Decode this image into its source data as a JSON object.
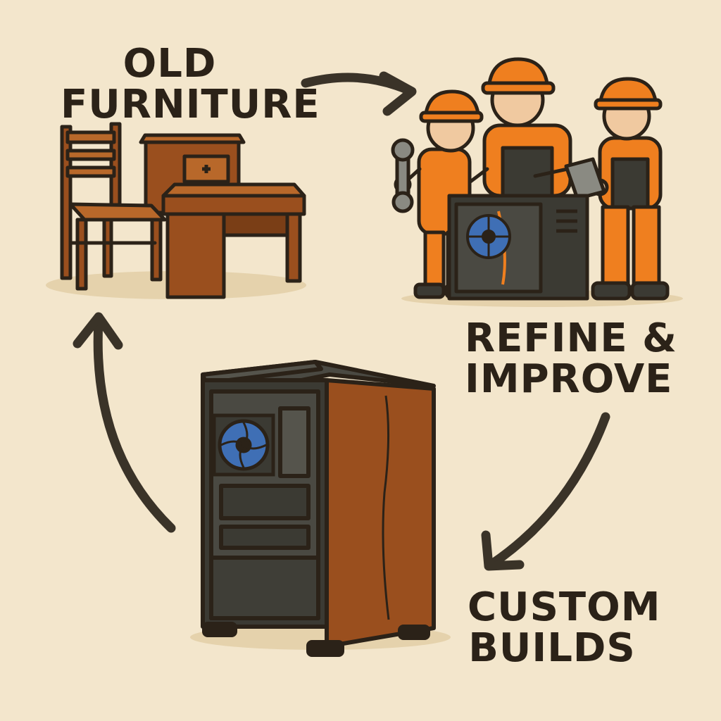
{
  "stages": [
    {
      "id": "old",
      "lines": [
        "OLD",
        "FURNITURE"
      ]
    },
    {
      "id": "refine",
      "lines": [
        "REFINE &",
        "IMPROVE"
      ]
    },
    {
      "id": "custom",
      "lines": [
        "CUSTOM",
        "BUILDS"
      ]
    }
  ],
  "colors": {
    "background": "#f3e6cc",
    "ink": "#2b2218",
    "wood": "#9a4f1e",
    "wood_light": "#b8682a",
    "worker_orange": "#ef7f1f",
    "skin": "#f0c9a0",
    "case_dark": "#3b3a33",
    "fan_blue": "#3f6fb5"
  },
  "icons": [
    "chair-icon",
    "cabinet-icon",
    "desk-icon",
    "worker-icon",
    "wrench-icon",
    "tablet-icon",
    "pc-case-icon",
    "fan-icon",
    "cycle-arrow-icon"
  ]
}
